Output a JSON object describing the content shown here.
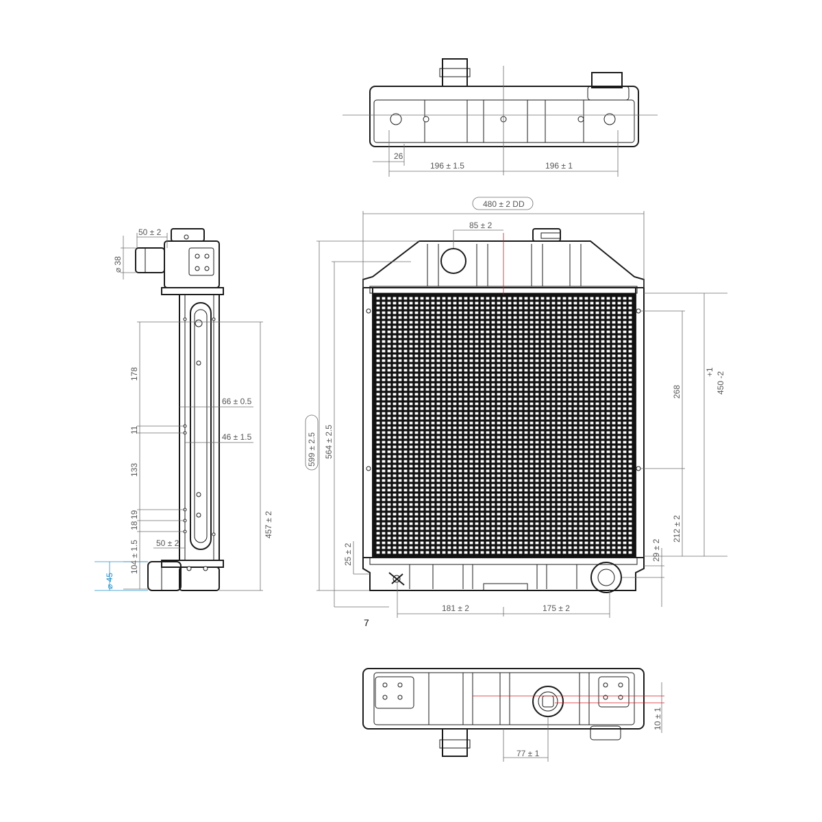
{
  "diagram": {
    "view_number": "7",
    "dimensions": {
      "top_26": "26",
      "top_196_left": "196 ± 1.5",
      "top_196_right": "196 ± 1",
      "front_width": "480 ± 2 DD",
      "front_85": "85 ± 2",
      "front_599": "599 ± 2.5",
      "front_564": "564 ± 2.5",
      "front_268": "268",
      "front_450": "450 -2",
      "front_450_tol": "+1",
      "front_212": "212 ± 2",
      "front_29": "29 ± 2",
      "front_25": "25 ± 2",
      "front_181": "181 ± 2",
      "front_175": "175 ± 2",
      "side_50_top": "50 ± 2",
      "side_d38": "⌀ 38",
      "side_178": "178",
      "side_66": "66 ± 0.5",
      "side_11": "11",
      "side_46": "46 ± 1.5",
      "side_133": "133",
      "side_19": "19",
      "side_18": "18",
      "side_457": "457 ± 2",
      "side_50_bottom": "50 ± 2",
      "side_104": "104 ± 1.5",
      "side_d45": "⌀ 45",
      "bottom_77": "77 ± 1",
      "bottom_10": "10 ± 1"
    }
  }
}
